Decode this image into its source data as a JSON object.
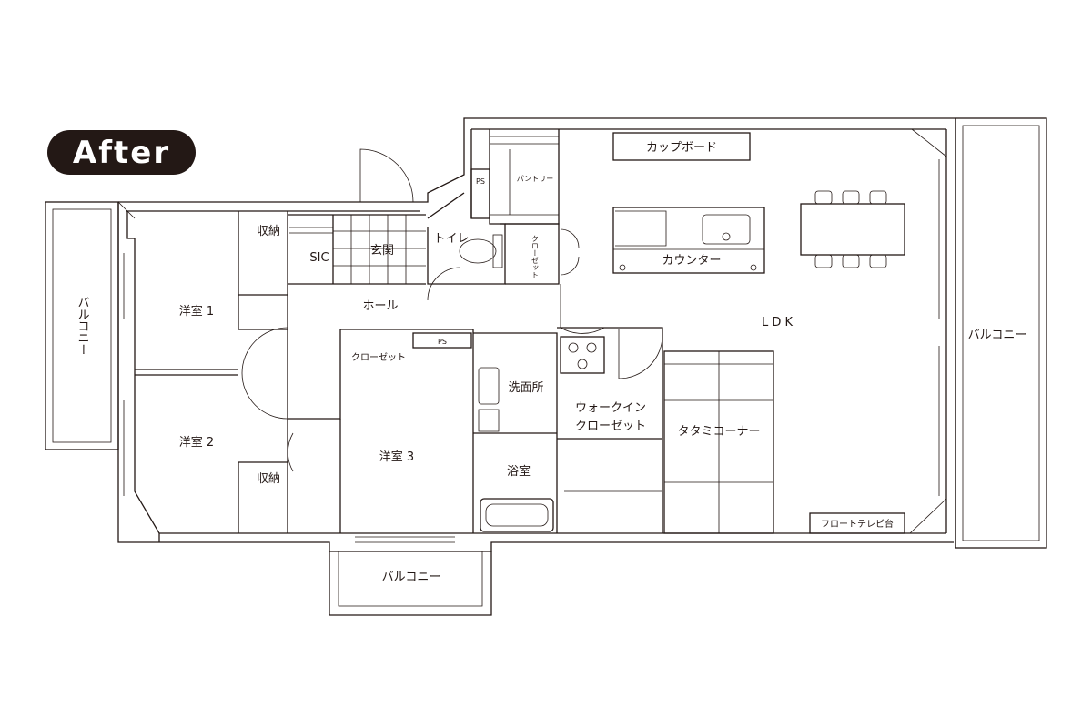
{
  "badge": {
    "label": "After"
  },
  "rooms": {
    "balcony_left": "バルコニー",
    "western1": "洋室 1",
    "western2": "洋室 2",
    "western3": "洋室 3",
    "storage1": "収納",
    "storage2": "収納",
    "sic": "SIC",
    "entrance": "玄関",
    "toilet": "トイレ",
    "hall": "ホール",
    "closet3": "クローゼット",
    "ps1": "PS",
    "ps2": "PS",
    "pantry": "パントリー",
    "closet_small": "クローゼット",
    "cupboard": "カップボード",
    "counter": "カウンター",
    "ldk": "L D K",
    "washroom": "洗面所",
    "bathroom": "浴室",
    "walkin_line1": "ウォークイン",
    "walkin_line2": "クローゼット",
    "tatami": "タタミコーナー",
    "tv": "フロートテレビ台",
    "balcony_right": "バルコニー",
    "balcony_bottom": "バルコニー"
  },
  "colors": {
    "line": "#231815",
    "badge_bg": "#231815",
    "badge_text": "#ffffff"
  }
}
